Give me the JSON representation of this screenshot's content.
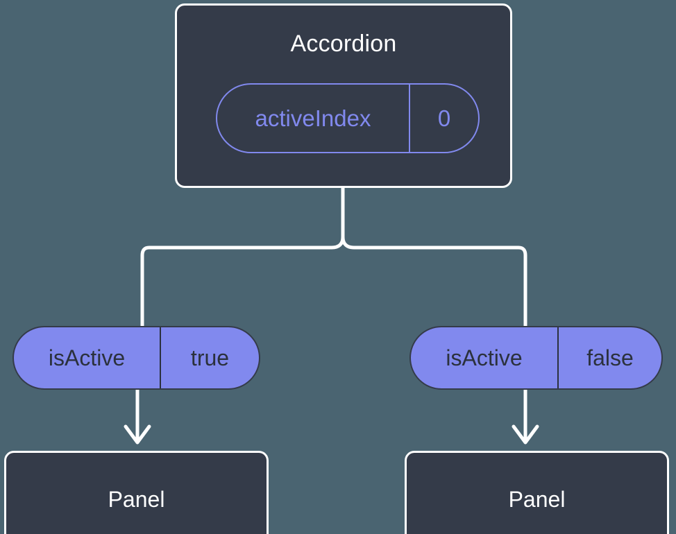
{
  "diagram": {
    "type": "component-tree",
    "background_color": "#4a6471",
    "node_color": "#343b49",
    "accent_color": "#8189ee",
    "border_color": "#ffffff",
    "root": {
      "title": "Accordion",
      "state_pill": {
        "key": "activeIndex",
        "value": "0"
      }
    },
    "branches": [
      {
        "prop_pill": {
          "key": "isActive",
          "value": "true"
        },
        "child": {
          "title": "Panel"
        }
      },
      {
        "prop_pill": {
          "key": "isActive",
          "value": "false"
        },
        "child": {
          "title": "Panel"
        }
      }
    ]
  }
}
